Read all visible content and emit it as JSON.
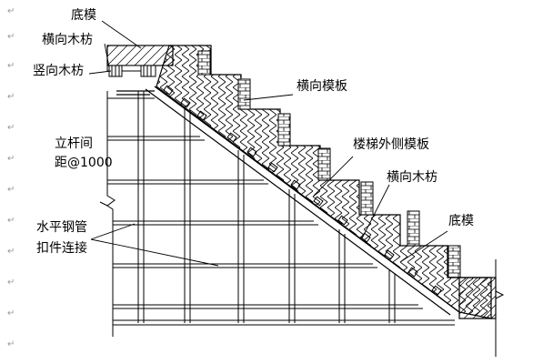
{
  "paragraph_mark": "↵",
  "labels": {
    "bottom_form_top": "底模",
    "horizontal_batten_left": "横向木枋",
    "vertical_batten": "竖向木枋",
    "horizontal_formwork": "横向模板",
    "pole_spacing_line1": "立杆间",
    "pole_spacing_line2": "距@1000",
    "stair_side_formwork": "楼梯外侧模板",
    "horizontal_batten_right": "横向木枋",
    "bottom_form_right": "底模",
    "steel_pipe_line1": "水平钢管",
    "steel_pipe_line2": "扣件连接"
  }
}
